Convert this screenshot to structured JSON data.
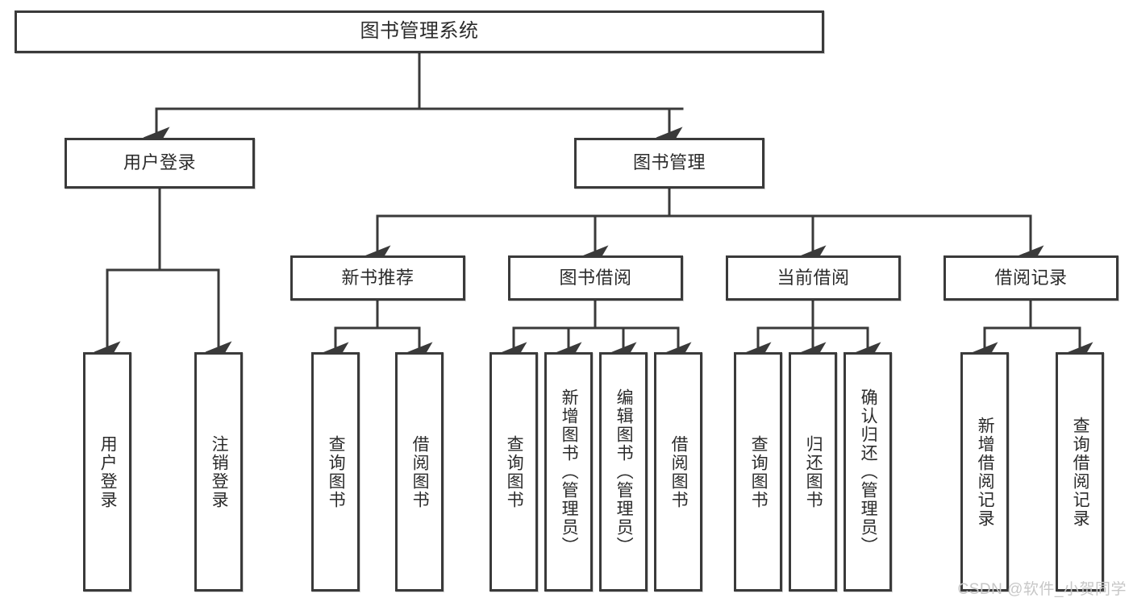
{
  "diagram": {
    "type": "tree-hierarchy-diagram",
    "title": "图书管理系统",
    "background_color": "#ffffff",
    "stroke_color": "#3a3a3a",
    "text_color": "#2b2b2b"
  },
  "root": {
    "label": "图书管理系统"
  },
  "level2": [
    {
      "label": "用户登录"
    },
    {
      "label": "图书管理"
    }
  ],
  "level3": [
    {
      "label": "新书推荐"
    },
    {
      "label": "图书借阅"
    },
    {
      "label": "当前借阅"
    },
    {
      "label": "借阅记录"
    }
  ],
  "leaves": {
    "user_login": [
      {
        "label": "用户登录"
      },
      {
        "label": "注销登录"
      }
    ],
    "new_book_recommend": [
      {
        "label": "查询图书"
      },
      {
        "label": "借阅图书"
      }
    ],
    "book_borrow": [
      {
        "label": "查询图书"
      },
      {
        "label": "新增图书（管理员）"
      },
      {
        "label": "编辑图书（管理员）"
      },
      {
        "label": "借阅图书"
      }
    ],
    "current_borrow": [
      {
        "label": "查询图书"
      },
      {
        "label": "归还图书"
      },
      {
        "label": "确认归还（管理员）"
      }
    ],
    "borrow_record": [
      {
        "label": "新增借阅记录"
      },
      {
        "label": "查询借阅记录"
      }
    ]
  },
  "watermark": {
    "text": "CSDN @软件_小贺同学",
    "color": "#c7c7c7"
  }
}
